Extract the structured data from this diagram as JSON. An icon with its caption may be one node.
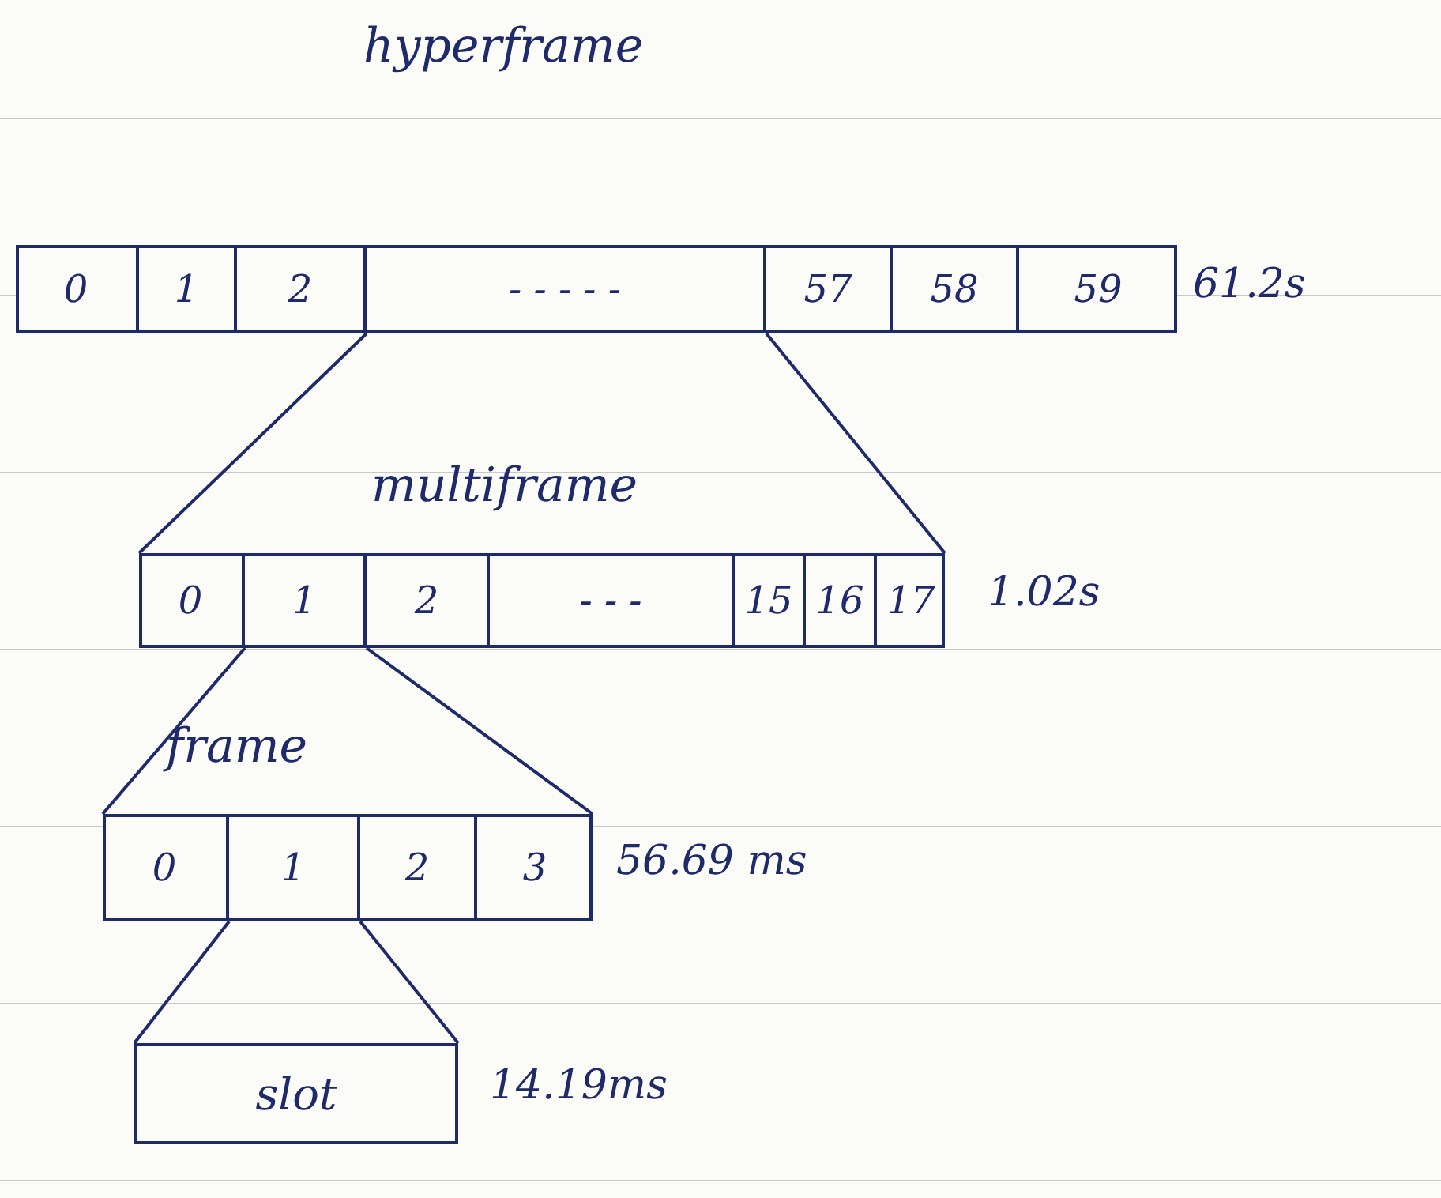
{
  "diagram": {
    "nodes": [
      {
        "text": [
          "hyperframe"
        ],
        "beside": [
          "61.2s"
        ]
      },
      {
        "text": [
          "0"
        ],
        "in": 0
      },
      {
        "text": [
          "1"
        ],
        "in": 0
      },
      {
        "text": [
          "2"
        ],
        "in": 0
      },
      {
        "text": [
          "- - - - -"
        ],
        "in": 0
      },
      {
        "text": [
          "57"
        ],
        "in": 0
      },
      {
        "text": [
          "58"
        ],
        "in": 0
      },
      {
        "text": [
          "59"
        ],
        "in": 0
      },
      {
        "text": [
          "multiframe"
        ],
        "beside": [
          "1.02s"
        ]
      },
      {
        "text": [
          "0"
        ],
        "in": 8
      },
      {
        "text": [
          "1"
        ],
        "in": 8
      },
      {
        "text": [
          "2"
        ],
        "in": 8
      },
      {
        "text": [
          "- - -"
        ],
        "in": 8
      },
      {
        "text": [
          "15"
        ],
        "in": 8
      },
      {
        "text": [
          "16"
        ],
        "in": 8
      },
      {
        "text": [
          "17"
        ],
        "in": 8
      },
      {
        "text": [
          "frame"
        ],
        "beside": [
          "56.69 ms"
        ]
      },
      {
        "text": [
          "0"
        ],
        "in": 16
      },
      {
        "text": [
          "1"
        ],
        "in": 16
      },
      {
        "text": [
          "2"
        ],
        "in": 16
      },
      {
        "text": [
          "3"
        ],
        "in": 16
      },
      {
        "text": [
          "slot"
        ],
        "beside": [
          "14.19ms"
        ]
      }
    ],
    "edges": [
      {
        "from": 4,
        "to": 8,
        "arrow": "none"
      },
      {
        "from": 4,
        "to": 8,
        "arrow": "none"
      },
      {
        "from": 10,
        "to": 16,
        "arrow": "none"
      },
      {
        "from": 10,
        "to": 16,
        "arrow": "none"
      },
      {
        "from": 18,
        "to": 21,
        "arrow": "none"
      },
      {
        "from": 18,
        "to": 21,
        "arrow": "none"
      }
    ]
  }
}
